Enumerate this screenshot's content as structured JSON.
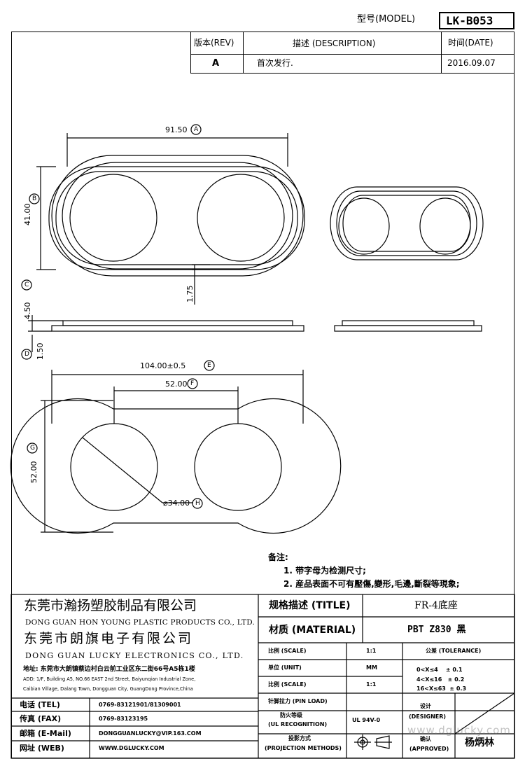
{
  "model": {
    "label": "型号(MODEL)",
    "value": "LK-B053"
  },
  "revision_table": {
    "headers": {
      "rev": "版本(REV)",
      "desc": "描述 (DESCRIPTION)",
      "date": "时间(DATE)"
    },
    "row": {
      "rev": "A",
      "desc": "首次发行.",
      "date": "2016.09.07"
    }
  },
  "dimensions": {
    "top_width": "91.50",
    "top_height": "41.00",
    "wall": "1.75",
    "side_height": "4.50",
    "side_base": "1.50",
    "bottom_width": "104.00±0.5",
    "center_distance": "52.00",
    "bottom_height": "52.00",
    "hole_diameter": "⌀34.00"
  },
  "markers": {
    "A": "A",
    "B": "B",
    "C": "C",
    "D": "D",
    "E": "E",
    "F": "F",
    "G": "G",
    "H": "H"
  },
  "notes": {
    "title": "备注:",
    "items": [
      "1. 带字母为检测尺寸;",
      "2. 産品表面不可有壓傷,變形,毛邊,斷裂等現象;"
    ]
  },
  "company": {
    "cn1": "东莞市瀚扬塑胶制品有限公司",
    "en1": "DONG GUAN HON YOUNG PLASTIC PRODUCTS CO., LTD.",
    "cn2": "东莞市朗旗电子有限公司",
    "en2": "DONG GUAN LUCKY ELECTRONICS CO., LTD.",
    "address_cn": "地址: 东莞市大朗镇蔡边村白云前工业区东二街66号A5栋1楼",
    "address_en1": "ADD: 1/F, Building A5, NO.66 EAST 2nd Street, Baiyunqian Industrial Zone,",
    "address_en2": "Caibian Village, Dalang Town, Dongguan City, GuangDong Province,China"
  },
  "contacts": [
    {
      "label": "电话 (TEL)",
      "value": "0769-83121901/81309001"
    },
    {
      "label": "传真 (FAX)",
      "value": "0769-83123195"
    },
    {
      "label": "邮箱 (E-Mail)",
      "value": "DONGGUANLUCKY@VIP.163.COM"
    },
    {
      "label": "网址 (WEB)",
      "value": "WWW.DGLUCKY.COM"
    }
  ],
  "spec": {
    "title_label": "规格描述 (TITLE)",
    "title_value": "FR-4底座",
    "material_label": "材质 (MATERIAL)",
    "material_value": "PBT Z830 黑",
    "scale1_label": "比例 (SCALE)",
    "scale1_value": "1:1",
    "unit_label": "单位 (UNIT)",
    "unit_value": "MM",
    "scale2_label": "比例 (SCALE)",
    "scale2_value": "1:1",
    "pin_label": "针脚拉力 (PIN LOAD)",
    "ul_label1": "防火等级",
    "ul_label2": "(UL RECOGNITION)",
    "ul_value": "UL 94V-0",
    "proj_label1": "投影方式",
    "proj_label2": "(PROJECTION METHODS)",
    "tolerance_label": "公差 (TOLERANCE)",
    "tolerances": [
      "0<X≤4    ± 0.1",
      "4<X≤16   ± 0.2",
      "16<X≤63  ± 0.3"
    ],
    "designer_label1": "设计",
    "designer_label2": "(DESIGNER)",
    "approved_label1": "确认",
    "approved_label2": "(APPROVED)",
    "approver": "杨炳林",
    "watermark": "www.dglucky.com"
  }
}
